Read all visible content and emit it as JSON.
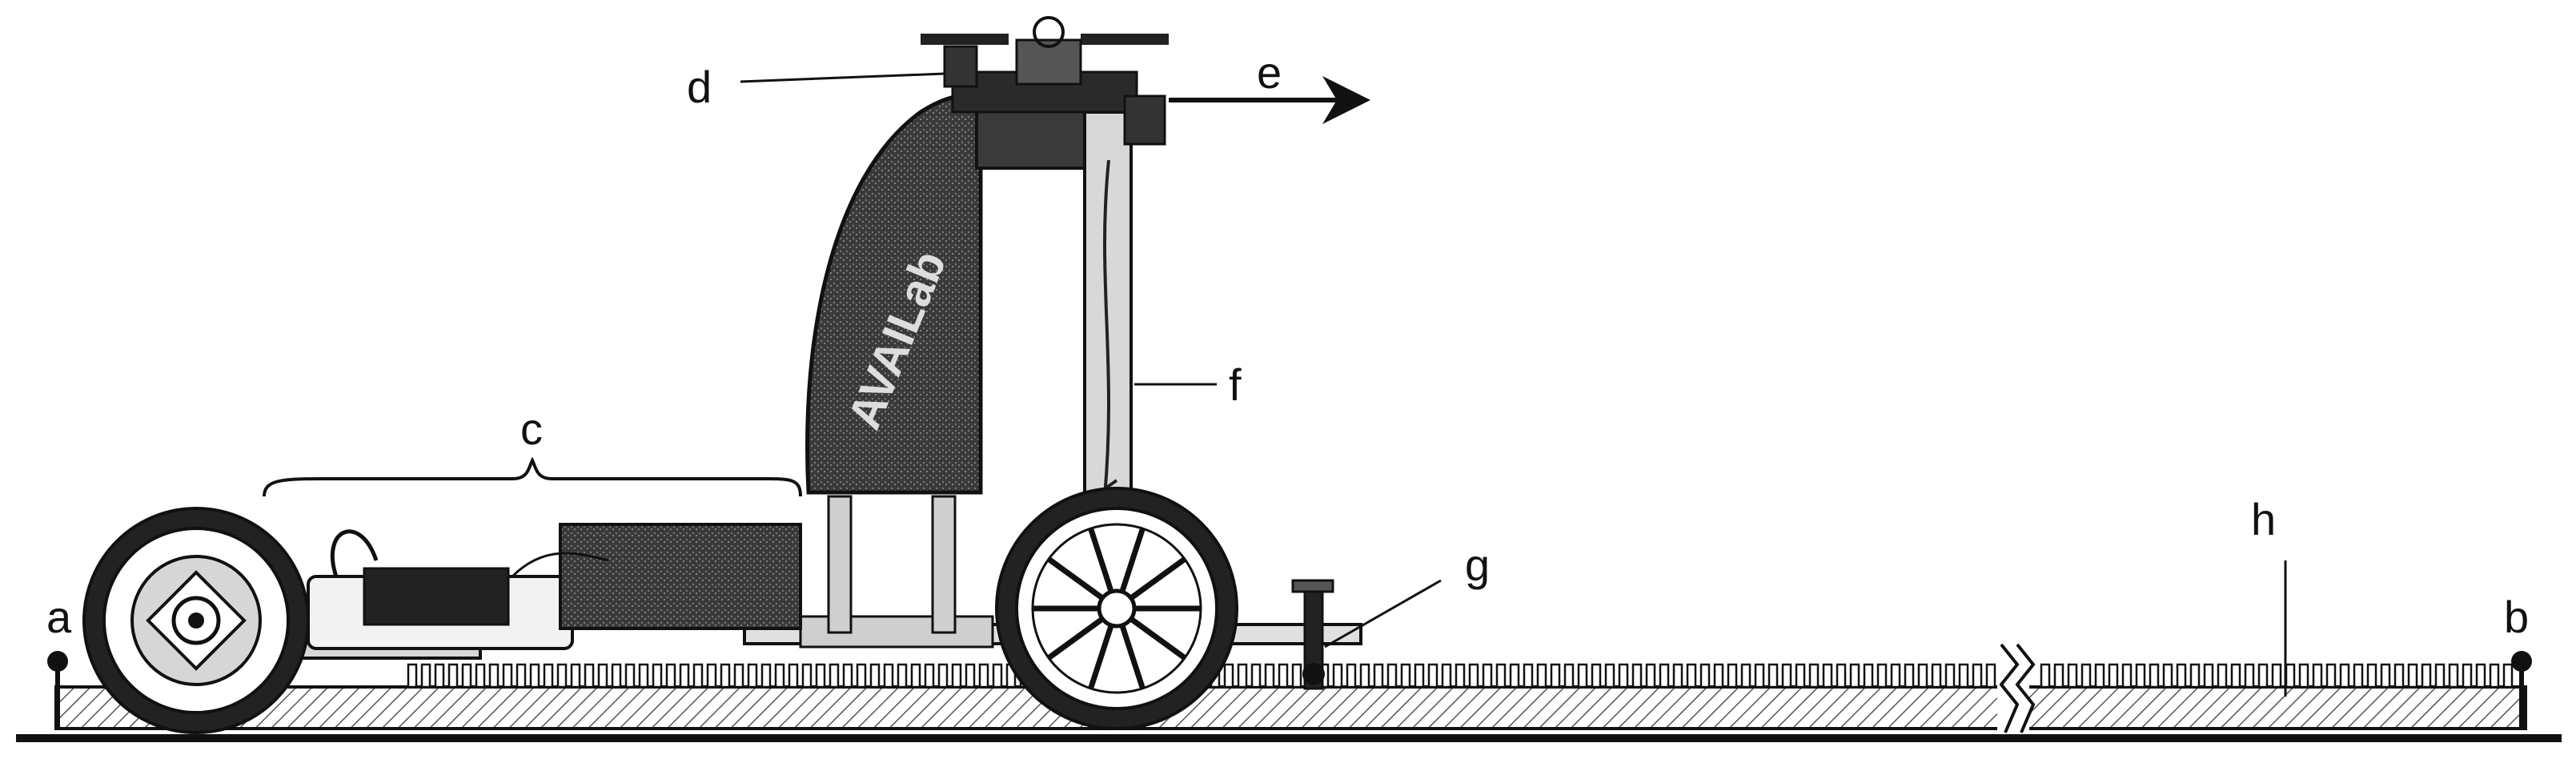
{
  "labels": {
    "a": "a",
    "b": "b",
    "c": "c",
    "d": "d",
    "e": "e",
    "f": "f",
    "g": "g",
    "h": "h"
  },
  "logo_text": "AVAILab",
  "colors": {
    "ink": "#111111",
    "body_fill": "#2a2a2a",
    "hatch": "#555555",
    "background": "#ffffff"
  }
}
